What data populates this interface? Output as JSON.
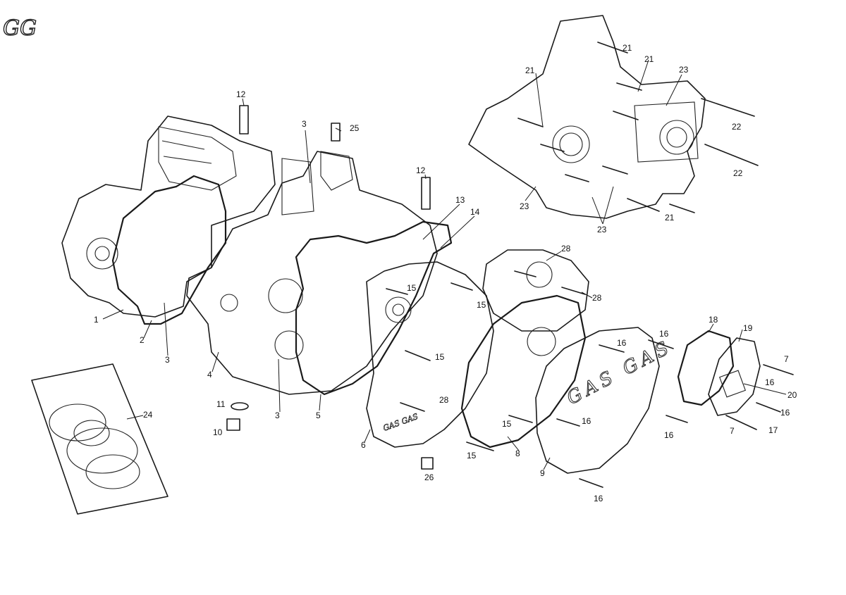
{
  "logo": {
    "text": "GG"
  },
  "cover_marking": "GAS GAS",
  "clutch_cover_marking": "GAS GAS",
  "callouts": [
    {
      "id": "lbl-12a",
      "text": "12"
    },
    {
      "id": "lbl-3a",
      "text": "3"
    },
    {
      "id": "lbl-25",
      "text": "25"
    },
    {
      "id": "lbl-12b",
      "text": "12"
    },
    {
      "id": "lbl-13",
      "text": "13"
    },
    {
      "id": "lbl-14",
      "text": "14"
    },
    {
      "id": "lbl-28a",
      "text": "28"
    },
    {
      "id": "lbl-28b",
      "text": "28"
    },
    {
      "id": "lbl-28c",
      "text": "28"
    },
    {
      "id": "lbl-15a",
      "text": "15"
    },
    {
      "id": "lbl-15b",
      "text": "15"
    },
    {
      "id": "lbl-15c",
      "text": "15"
    },
    {
      "id": "lbl-15d",
      "text": "15"
    },
    {
      "id": "lbl-15e",
      "text": "15"
    },
    {
      "id": "lbl-1",
      "text": "1"
    },
    {
      "id": "lbl-2",
      "text": "2"
    },
    {
      "id": "lbl-3b",
      "text": "3"
    },
    {
      "id": "lbl-3c",
      "text": "3"
    },
    {
      "id": "lbl-4",
      "text": "4"
    },
    {
      "id": "lbl-5",
      "text": "5"
    },
    {
      "id": "lbl-6",
      "text": "6"
    },
    {
      "id": "lbl-8",
      "text": "8"
    },
    {
      "id": "lbl-9",
      "text": "9"
    },
    {
      "id": "lbl-10",
      "text": "10"
    },
    {
      "id": "lbl-11",
      "text": "11"
    },
    {
      "id": "lbl-24",
      "text": "24"
    },
    {
      "id": "lbl-26",
      "text": "26"
    },
    {
      "id": "lbl-16a",
      "text": "16"
    },
    {
      "id": "lbl-16b",
      "text": "16"
    },
    {
      "id": "lbl-16c",
      "text": "16"
    },
    {
      "id": "lbl-16d",
      "text": "16"
    },
    {
      "id": "lbl-16e",
      "text": "16"
    },
    {
      "id": "lbl-16f",
      "text": "16"
    },
    {
      "id": "lbl-16g",
      "text": "16"
    },
    {
      "id": "lbl-17",
      "text": "17"
    },
    {
      "id": "lbl-18",
      "text": "18"
    },
    {
      "id": "lbl-19",
      "text": "19"
    },
    {
      "id": "lbl-20",
      "text": "20"
    },
    {
      "id": "lbl-7a",
      "text": "7"
    },
    {
      "id": "lbl-7b",
      "text": "7"
    },
    {
      "id": "lbl-21a",
      "text": "21"
    },
    {
      "id": "lbl-21b",
      "text": "21"
    },
    {
      "id": "lbl-21c",
      "text": "21"
    },
    {
      "id": "lbl-21d",
      "text": "21"
    },
    {
      "id": "lbl-22a",
      "text": "22"
    },
    {
      "id": "lbl-22b",
      "text": "22"
    },
    {
      "id": "lbl-23a",
      "text": "23"
    },
    {
      "id": "lbl-23b",
      "text": "23"
    },
    {
      "id": "lbl-23c",
      "text": "23"
    }
  ]
}
